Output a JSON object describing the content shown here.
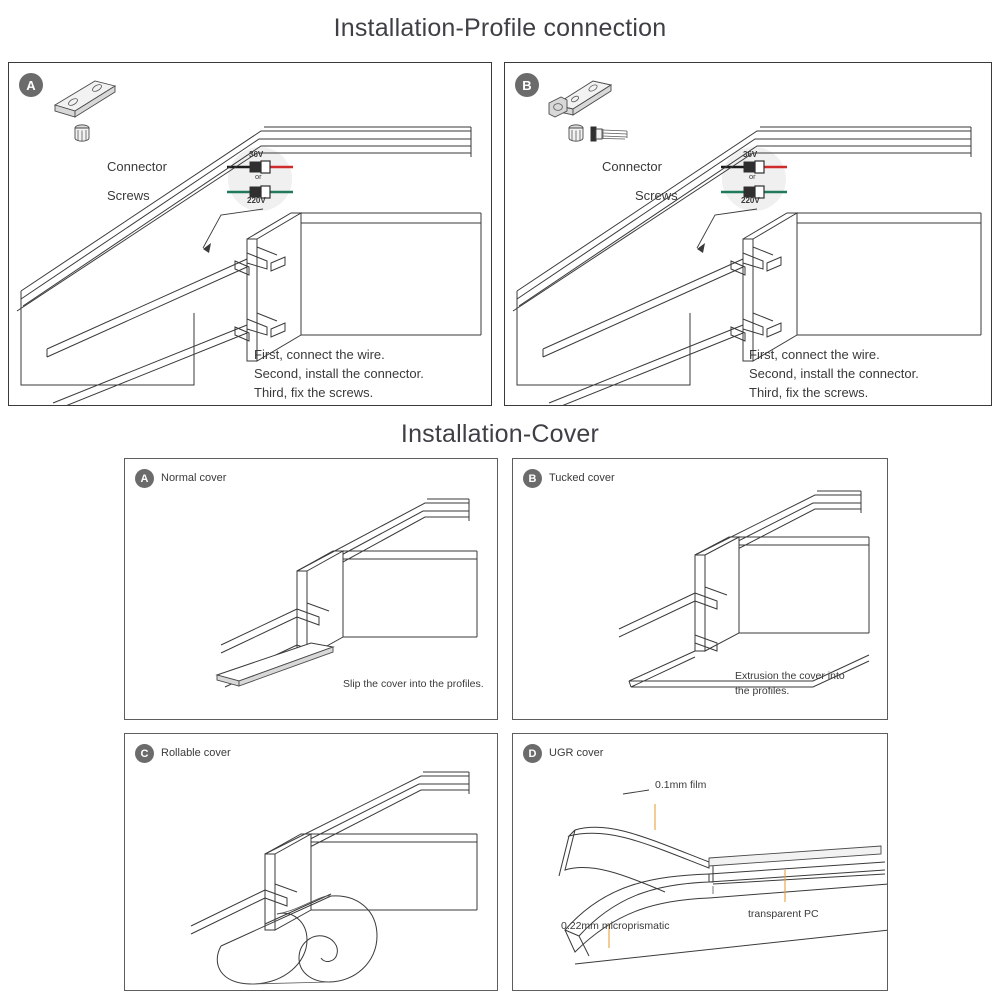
{
  "titles": {
    "profile": "Installation-Profile connection",
    "cover": "Installation-Cover"
  },
  "profile_section": {
    "panels": [
      {
        "badge": "A",
        "parts": [
          {
            "icon": "flat-plate-connector-icon",
            "label": "Connector"
          },
          {
            "icon": "screw-icon",
            "label": "Screws"
          }
        ],
        "wire_diagram": {
          "top_voltage": "36V",
          "middle": "or",
          "bottom_voltage": "220V"
        },
        "steps": "First, connect the wire.\nSecond, install the connector.\nThird, fix the screws."
      },
      {
        "badge": "B",
        "parts": [
          {
            "icon": "angled-bracket-connector-icon",
            "label": "Connector"
          },
          {
            "icon": "screw-and-bolt-icon",
            "label": "Screws"
          }
        ],
        "wire_diagram": {
          "top_voltage": "36V",
          "middle": "or",
          "bottom_voltage": "220V"
        },
        "steps": "First, connect the wire.\nSecond, install the connector.\nThird, fix the screws."
      }
    ]
  },
  "cover_section": {
    "panels": [
      {
        "badge": "A",
        "title": "Normal cover",
        "caption": "Slip the cover into the profiles."
      },
      {
        "badge": "B",
        "title": "Tucked cover",
        "caption": "Extrusion the cover into\nthe profiles."
      },
      {
        "badge": "C",
        "title": "Rollable cover",
        "caption": ""
      },
      {
        "badge": "D",
        "title": "UGR cover",
        "caption": "",
        "annotations": [
          {
            "label": "0.1mm film"
          },
          {
            "label": "0.22mm microprismatic"
          },
          {
            "label": "transparent PC"
          }
        ]
      }
    ]
  },
  "colors": {
    "ink": "#3a3a3a",
    "badge": "#6b6b6b",
    "leader": "#e8a33d",
    "wire_red": "#cf2b2b",
    "wire_green": "#1f7a5a",
    "wire_black": "#1b1b1b"
  }
}
